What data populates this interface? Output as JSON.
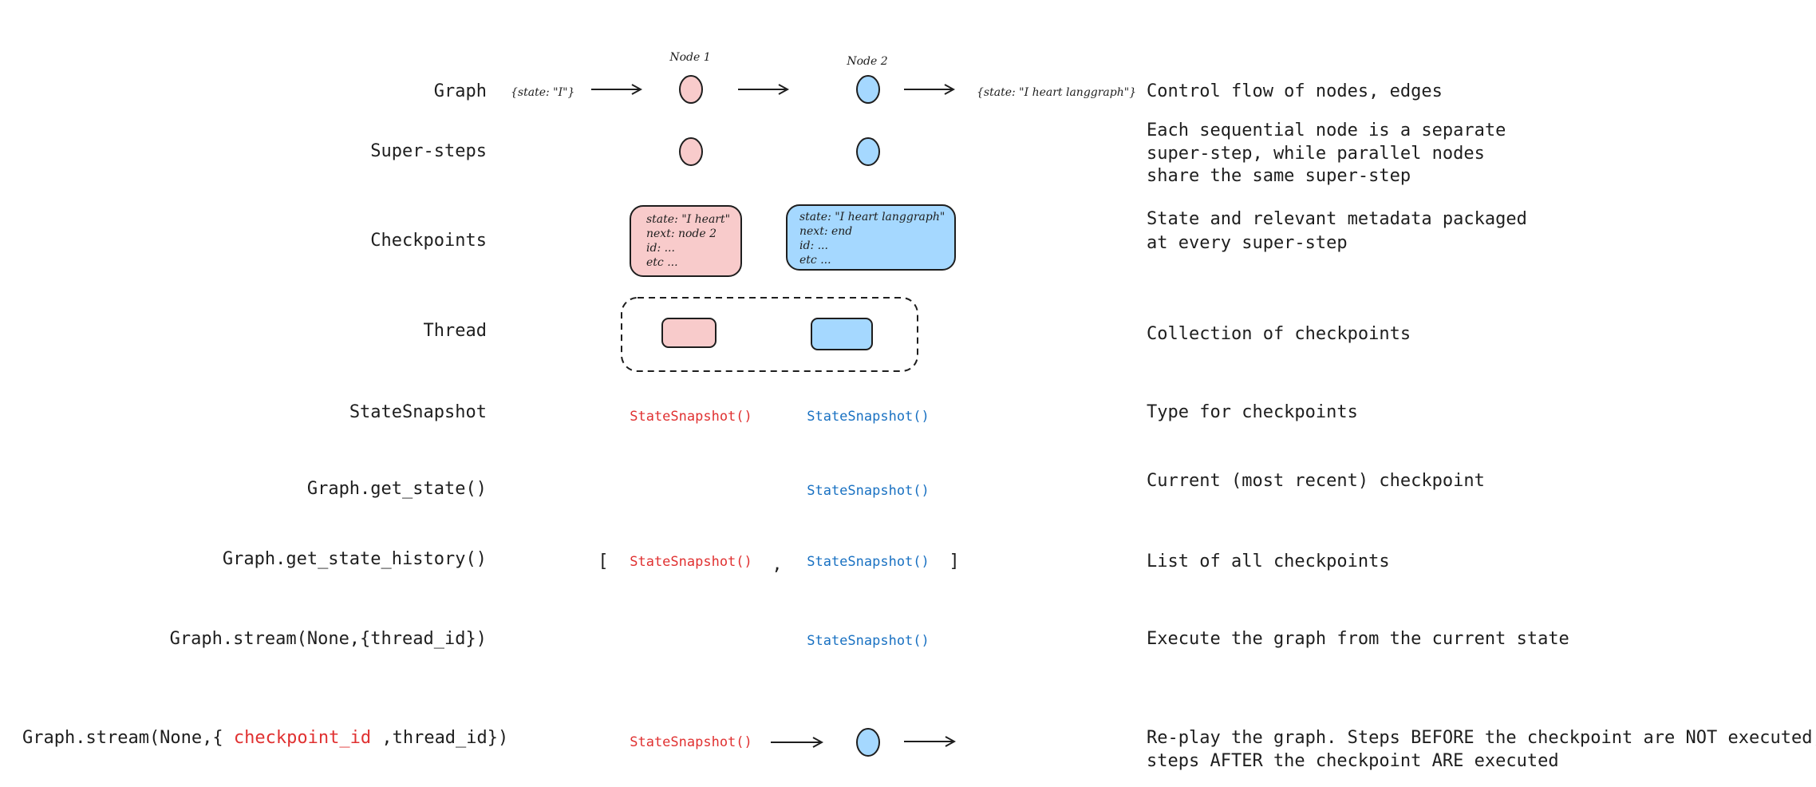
{
  "colors": {
    "red_text": "#e03131",
    "blue_text": "#1971c2",
    "pink_fill": "#f8cbcb",
    "blue_fill": "#a5d8ff",
    "ink": "#1e1e1e"
  },
  "rows": {
    "graph": {
      "label": "Graph",
      "description": [
        "Control flow of nodes, edges"
      ]
    },
    "super_steps": {
      "label": "Super-steps",
      "description": [
        "Each sequential node is a separate",
        "super-step, while parallel nodes",
        "share the same super-step"
      ]
    },
    "checkpoints": {
      "label": "Checkpoints",
      "description": [
        "State and relevant metadata packaged",
        "at every super-step"
      ]
    },
    "thread": {
      "label": "Thread",
      "description": [
        "Collection of checkpoints"
      ]
    },
    "state_snapshot": {
      "label": "StateSnapshot",
      "description": [
        "Type for checkpoints"
      ]
    },
    "get_state": {
      "label": "Graph.get_state()",
      "description": [
        "Current (most recent) checkpoint"
      ]
    },
    "get_state_history": {
      "label": "Graph.get_state_history()",
      "description": [
        "List of all checkpoints"
      ]
    },
    "stream": {
      "label": "Graph.stream(None,{thread_id})",
      "description": [
        "Execute the graph from the current state"
      ]
    },
    "replay": {
      "label_prefix": "Graph.stream(None,{ ",
      "label_highlight": "checkpoint_id",
      "label_suffix": " ,thread_id})",
      "description": [
        "Re-play the graph. Steps BEFORE the checkpoint are NOT executed,",
        "steps AFTER the checkpoint ARE executed"
      ]
    }
  },
  "graph": {
    "node1_label": "Node 1",
    "node2_label": "Node 2",
    "input_state": "{state: \"I\"}",
    "output_state": "{state: \"I heart langgraph\"}"
  },
  "checkpoints": {
    "node1": [
      "state: \"I heart\"",
      "next: node 2",
      "id: ...",
      "etc ..."
    ],
    "node2": [
      "state: \"I heart langgraph\"",
      "next: end",
      "id: ...",
      "etc ..."
    ]
  },
  "snapshot": {
    "label": "StateSnapshot()",
    "open_bracket": "[",
    "comma": ",",
    "close_bracket": "]"
  }
}
